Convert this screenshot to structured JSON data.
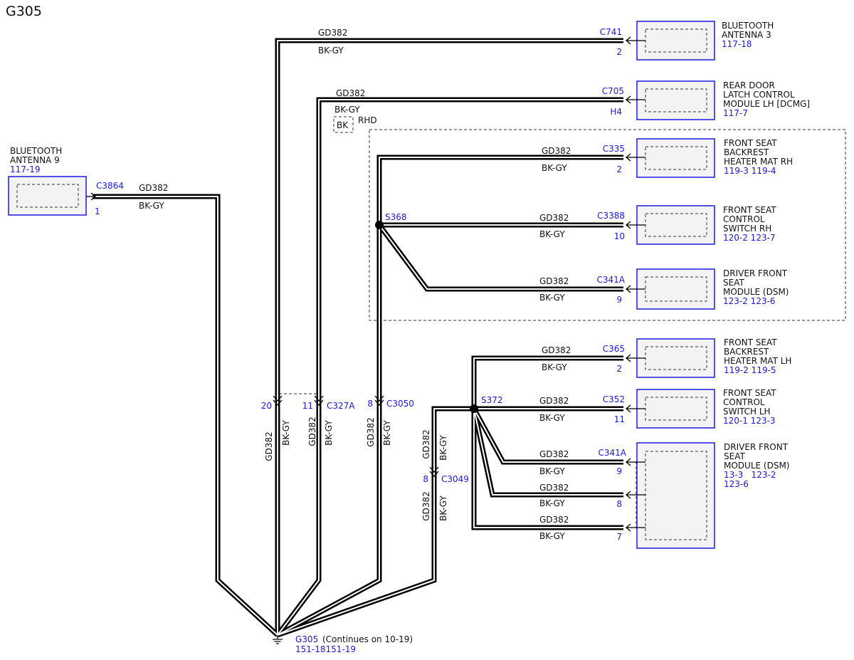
{
  "page_title": "G305",
  "wire_code": "GD382",
  "wire_color": "BK-GY",
  "colors": {
    "wire": "#000000",
    "component_border": "#1a1adc",
    "reference_text": "#1a1adc"
  },
  "components": {
    "bt9": {
      "lines": [
        "BLUETOOTH",
        "ANTENNA 9"
      ],
      "ref": "117-19",
      "connector": "C3864",
      "pin": "1"
    },
    "bt3": {
      "lines": [
        "BLUETOOTH",
        "ANTENNA 3"
      ],
      "ref": "117-18",
      "connector": "C741",
      "pin": "2"
    },
    "dcmg": {
      "lines": [
        "REAR DOOR",
        "LATCH CONTROL",
        "MODULE LH [DCMG]"
      ],
      "ref": "117-7",
      "connector": "C705",
      "pin": "H4"
    },
    "heat_rh": {
      "lines": [
        "FRONT SEAT",
        "BACKREST",
        "HEATER MAT RH"
      ],
      "ref": "119-3 119-4",
      "connector": "C335",
      "pin": "2"
    },
    "switch_rh": {
      "lines": [
        "FRONT SEAT",
        "CONTROL",
        "SWITCH RH"
      ],
      "ref": "120-2 123-7",
      "connector": "C3388",
      "pin": "10"
    },
    "dsm1": {
      "lines": [
        "DRIVER FRONT",
        "SEAT",
        "MODULE (DSM)"
      ],
      "ref": "123-2 123-6",
      "connector": "C341A",
      "pin": "9"
    },
    "heat_lh": {
      "lines": [
        "FRONT SEAT",
        "BACKREST",
        "HEATER MAT LH"
      ],
      "ref": "119-2 119-5",
      "connector": "C365",
      "pin": "2"
    },
    "switch_lh": {
      "lines": [
        "FRONT SEAT",
        "CONTROL",
        "SWITCH LH"
      ],
      "ref": "120-1 123-3",
      "connector": "C352",
      "pin": "11"
    },
    "dsm2": {
      "lines": [
        "DRIVER FRONT",
        "SEAT",
        "MODULE (DSM)"
      ],
      "refs": [
        "13-3   123-2",
        "123-6"
      ],
      "connector": "C341A",
      "pins": [
        "9",
        "8",
        "7"
      ]
    }
  },
  "splices": {
    "s368": "S368",
    "s372": "S372"
  },
  "inline_connectors": {
    "c327a": {
      "name": "C327A",
      "pins": [
        "20",
        "11"
      ]
    },
    "c3050": {
      "name": "C3050",
      "pin": "8"
    },
    "c3049": {
      "name": "C3049",
      "pin": "8"
    }
  },
  "option": {
    "code": "BK",
    "label": "RHD"
  },
  "ground": {
    "name": "G305",
    "note": "(Continues on 10-19)",
    "refs": "151-18151-19"
  }
}
